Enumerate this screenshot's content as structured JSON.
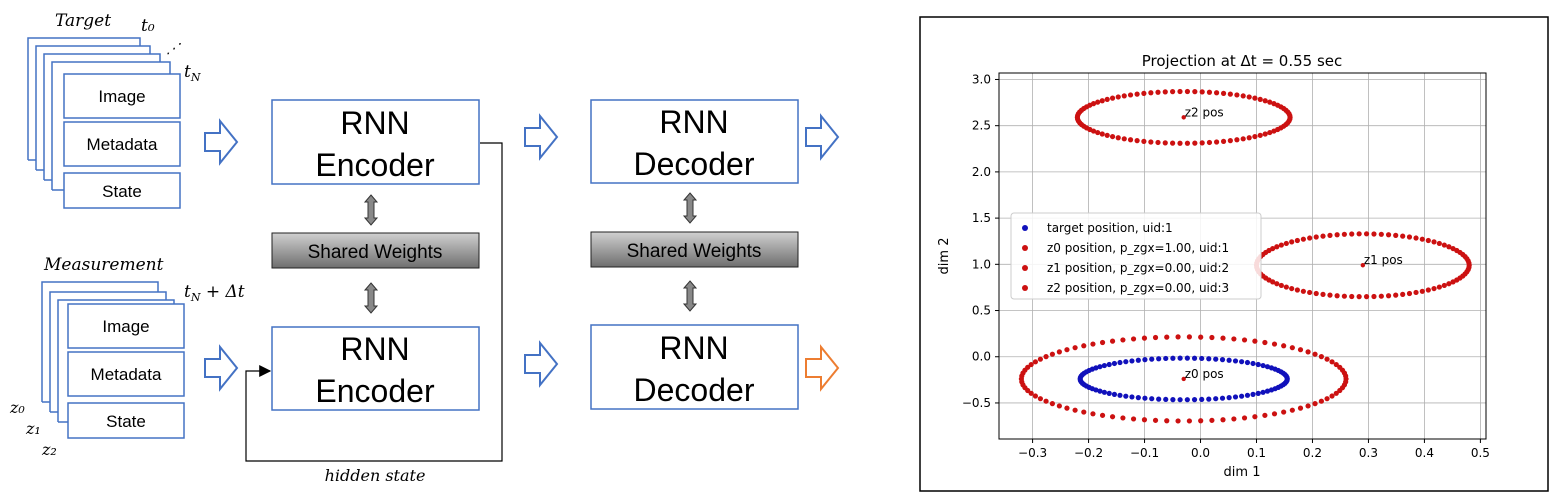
{
  "colors": {
    "box_border": "#4472c4",
    "arrow_blue": "#4472c4",
    "arrow_orange": "#ed7d31",
    "shared_fill_top": "#d0d0d0",
    "shared_fill_bottom": "#6e6e6e",
    "red_points": "#cc1111",
    "blue_points": "#1111bb"
  },
  "diagram": {
    "target_label": "Target",
    "measurement_label": "Measurement",
    "t0": "t₀",
    "ellipsis": "⋰",
    "tN": "t_N",
    "tN_dt": "t_N + Δt",
    "z0": "z₀",
    "z1": "z₁",
    "z2": "z₂",
    "card_image": "Image",
    "card_metadata": "Metadata",
    "card_state": "State",
    "encoder_top_line1": "RNN",
    "encoder_top_line2": "Encoder",
    "encoder_bottom_line1": "RNN",
    "encoder_bottom_line2": "Encoder",
    "decoder_top_line1": "RNN",
    "decoder_top_line2": "Decoder",
    "decoder_bottom_line1": "RNN",
    "decoder_bottom_line2": "Decoder",
    "shared_weights_left": "Shared Weights",
    "shared_weights_right": "Shared Weights",
    "hidden_state": "hidden state"
  },
  "chart_data": {
    "type": "scatter",
    "title": "Projection at Δt = 0.55 sec",
    "xlabel": "dim 1",
    "ylabel": "dim 2",
    "xlim": [
      -0.36,
      0.51
    ],
    "ylim": [
      -0.89,
      3.07
    ],
    "xticks": [
      "−0.3",
      "−0.2",
      "−0.1",
      "0.0",
      "0.1",
      "0.2",
      "0.3",
      "0.4",
      "0.5"
    ],
    "xtick_values": [
      -0.3,
      -0.2,
      -0.1,
      0.0,
      0.1,
      0.2,
      0.3,
      0.4,
      0.5
    ],
    "yticks": [
      "−0.5",
      "0.0",
      "0.5",
      "1.0",
      "1.5",
      "2.0",
      "2.5",
      "3.0"
    ],
    "ytick_values": [
      -0.5,
      0.0,
      0.5,
      1.0,
      1.5,
      2.0,
      2.5,
      3.0
    ],
    "grid": true,
    "legend_position": "center-left",
    "series": [
      {
        "name": "target position, uid:1",
        "color": "#1111bb",
        "center": [
          -0.03,
          -0.24
        ],
        "rx": 0.185,
        "ry": 0.225,
        "n_points": 90
      },
      {
        "name": "z0 position, p_zgx=1.00, uid:1",
        "color": "#cc1111",
        "center": [
          -0.03,
          -0.24
        ],
        "rx": 0.29,
        "ry": 0.455,
        "n_points": 90
      },
      {
        "name": "z1 position, p_zgx=0.00, uid:2",
        "color": "#cc1111",
        "center": [
          0.29,
          0.99
        ],
        "rx": 0.19,
        "ry": 0.34,
        "n_points": 90
      },
      {
        "name": "z2 position, p_zgx=0.00, uid:3",
        "color": "#cc1111",
        "center": [
          -0.03,
          2.59
        ],
        "rx": 0.19,
        "ry": 0.28,
        "n_points": 90
      }
    ],
    "annotations": [
      {
        "text": "z0 pos",
        "x": -0.03,
        "y": -0.24
      },
      {
        "text": "z1 pos",
        "x": 0.29,
        "y": 0.99
      },
      {
        "text": "z2 pos",
        "x": -0.03,
        "y": 2.59
      }
    ]
  }
}
